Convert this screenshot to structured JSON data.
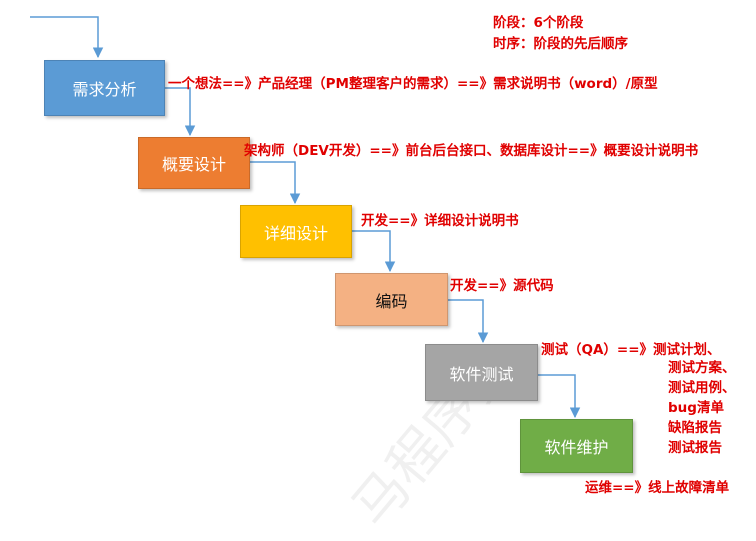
{
  "header": {
    "line1": "阶段：6个阶段",
    "line2": "时序：阶段的先后顺序"
  },
  "stages": [
    {
      "label": "需求分析",
      "color": "#5b9bd5",
      "note": "一个想法==》产品经理（PM整理客户的需求）==》需求说明书（word）/原型"
    },
    {
      "label": "概要设计",
      "color": "#ed7d31",
      "note": "架构师（DEV开发）==》前台后台接口、数据库设计==》概要设计说明书"
    },
    {
      "label": "详细设计",
      "color": "#ffc000",
      "note": "开发==》详细设计说明书"
    },
    {
      "label": "编码",
      "color": "#f4b183",
      "note": "开发==》源代码"
    },
    {
      "label": "软件测试",
      "color": "#a5a5a5",
      "note": "测试（QA）==》测试计划、"
    },
    {
      "label": "软件维护",
      "color": "#70ad47",
      "note": ""
    }
  ],
  "qa_outputs": [
    "测试方案、",
    "测试用例、",
    "bug清单",
    "缺陷报告",
    "测试报告"
  ],
  "footer_note": "运维==》线上故障清单",
  "watermark": "马程序员"
}
